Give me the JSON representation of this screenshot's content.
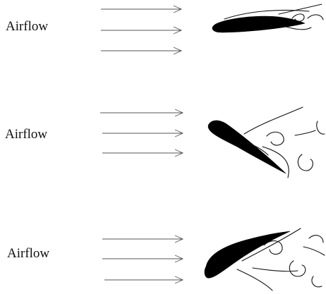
{
  "panels": [
    {
      "label": "Airflow"
    },
    {
      "label": "Airflow"
    },
    {
      "label": "Airflow"
    }
  ]
}
